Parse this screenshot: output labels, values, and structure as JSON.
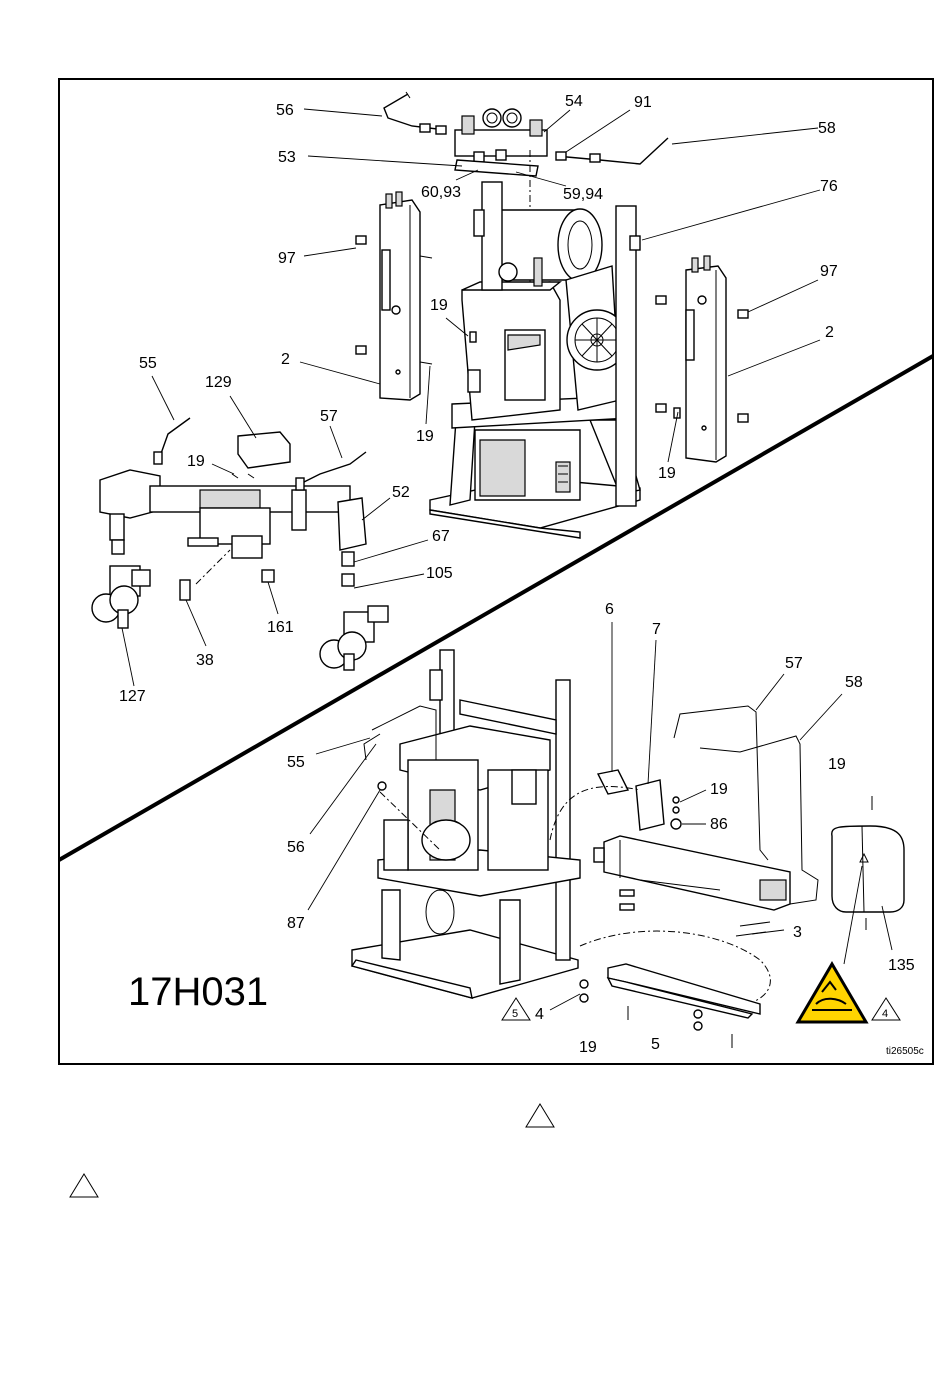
{
  "model_number": "17H031",
  "image_code": "ti26505c",
  "callouts": {
    "c56a": "56",
    "c54": "54",
    "c91": "91",
    "c58a": "58",
    "c53": "53",
    "c6093": "60,93",
    "c5994": "59,94",
    "c76": "76",
    "c97a": "97",
    "c97b": "97",
    "c2a": "2",
    "c2b": "2",
    "c19a": "19",
    "c19b": "19",
    "c19c": "19",
    "c19d": "19",
    "c55a": "55",
    "c129": "129",
    "c57a": "57",
    "c52": "52",
    "c67": "67",
    "c105": "105",
    "c161": "161",
    "c38": "38",
    "c127": "127",
    "c6": "6",
    "c7": "7",
    "c57b": "57",
    "c58b": "58",
    "c19e": "19",
    "c19f": "19",
    "c86": "86",
    "c55b": "55",
    "c56b": "56",
    "c87": "87",
    "c3": "3",
    "c135": "135",
    "c4": "4",
    "c5a": "5",
    "c19g": "19",
    "c5b": "5"
  },
  "note_flags": {
    "flag5": "5",
    "flag4": "4"
  },
  "warning_icon": "hot-surface-warning-icon",
  "colors": {
    "warning_yellow": "#ffd400",
    "line": "#000000"
  }
}
